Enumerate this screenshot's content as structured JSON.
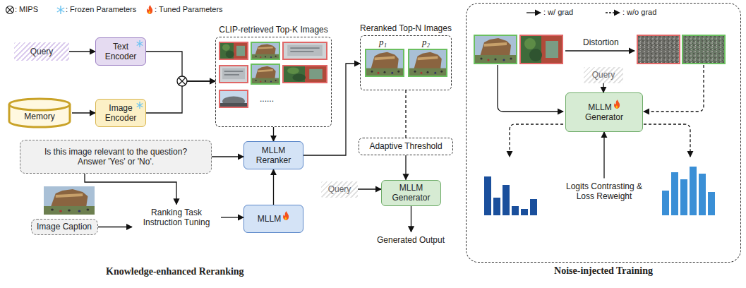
{
  "diagram": {
    "nodes": [
      {
        "text": [
          "Query"
        ]
      },
      {
        "text": [
          "Text Encoder"
        ]
      },
      {
        "text": [
          "Memory"
        ]
      },
      {
        "text": [
          "Image Encoder"
        ]
      },
      {
        "text": [
          "CLIP-retrieved Top-K Images"
        ]
      },
      {
        "text": [
          "Reranked Top-N Images"
        ]
      },
      {
        "text": [
          "Is this image relevant to the question? Answer 'Yes' or 'No'."
        ]
      },
      {
        "text": [
          "MLLM Reranker"
        ]
      },
      {
        "text": [
          "Adaptive Threshold"
        ]
      },
      {
        "text": [
          "Query"
        ]
      },
      {
        "text": [
          "MLLM Generator"
        ]
      },
      {
        "text": [
          "Generated Output"
        ]
      },
      {
        "text": [
          "Image Caption"
        ]
      },
      {
        "text": [
          "Ranking Task Instruction Tuning"
        ]
      },
      {
        "text": [
          "MLLM"
        ]
      },
      {
        "text": [
          "Noise-injected Training"
        ]
      },
      {
        "text": [
          "Query"
        ],
        "in": 15
      },
      {
        "text": [
          "MLLM",
          "Generator"
        ],
        "in": 15
      },
      {
        "text": [
          "Logits Contrasting & Loss Reweight"
        ],
        "in": 15
      }
    ],
    "edges": [
      {
        "from": 0,
        "to": 1,
        "arrow": "to"
      },
      {
        "from": 2,
        "to": 3,
        "arrow": "to"
      },
      {
        "from": 1,
        "to": 4,
        "arrow": "to"
      },
      {
        "from": 3,
        "to": 4,
        "arrow": "to"
      },
      {
        "from": 4,
        "to": 7,
        "arrow": "to"
      },
      {
        "from": 6,
        "to": 7,
        "arrow": "to"
      },
      {
        "from": 6,
        "to": 13,
        "arrow": "to"
      },
      {
        "from": 12,
        "to": 13,
        "arrow": "to"
      },
      {
        "from": 13,
        "to": 14,
        "arrow": "to"
      },
      {
        "from": 14,
        "to": 7,
        "arrow": "to"
      },
      {
        "from": 7,
        "to": 5,
        "arrow": "to"
      },
      {
        "from": 5,
        "to": 8,
        "arrow": "none"
      },
      {
        "from": 8,
        "to": 10,
        "arrow": "to"
      },
      {
        "from": 9,
        "to": 10,
        "arrow": "to"
      },
      {
        "from": 10,
        "to": 11,
        "arrow": "to"
      },
      {
        "from": 16,
        "to": 17,
        "arrow": "to"
      },
      {
        "from": 18,
        "to": 17,
        "arrow": "to"
      }
    ],
    "labels": [
      "p₁",
      "p₂",
      "......",
      "Distortion",
      "Knowledge-enhanced Reranking"
    ],
    "legend": [
      {
        "text": ": MIPS"
      },
      {
        "text": ": Frozen Parameters"
      },
      {
        "text": ": Tuned Parameters"
      },
      {
        "text": ": w/ grad"
      },
      {
        "text": ": w/o grad"
      }
    ]
  }
}
